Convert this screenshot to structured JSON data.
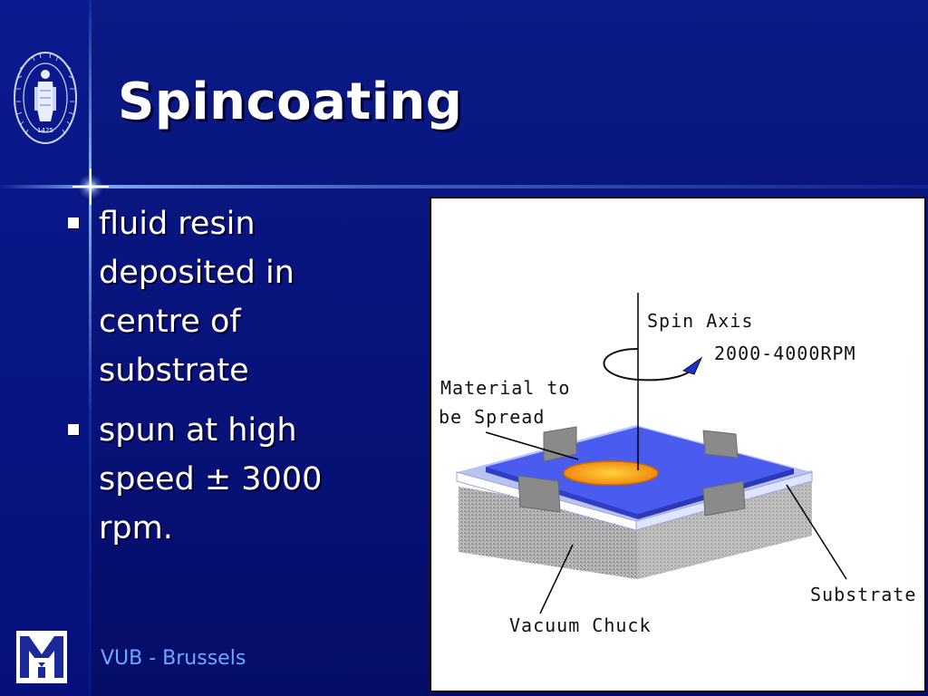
{
  "slide": {
    "title": "Spincoating",
    "bullets": [
      "fluid resin deposited in centre of substrate",
      "spun at high speed ± 3000 rpm."
    ],
    "footer": "VUB - Brussels",
    "seal_text": "1425"
  },
  "figure": {
    "labels": {
      "spin_axis": "Spin Axis",
      "rpm": "2000-4000RPM",
      "material_line1": "Material to",
      "material_line2": "be Spread",
      "substrate": "Substrate",
      "vacuum_chuck": "Vacuum Chuck"
    }
  },
  "colors": {
    "background": "#08127a",
    "title": "#ffffff",
    "footer_text": "#6fa6ff",
    "substrate_blue": "#4a5cf0",
    "resin": "#f7a823"
  }
}
